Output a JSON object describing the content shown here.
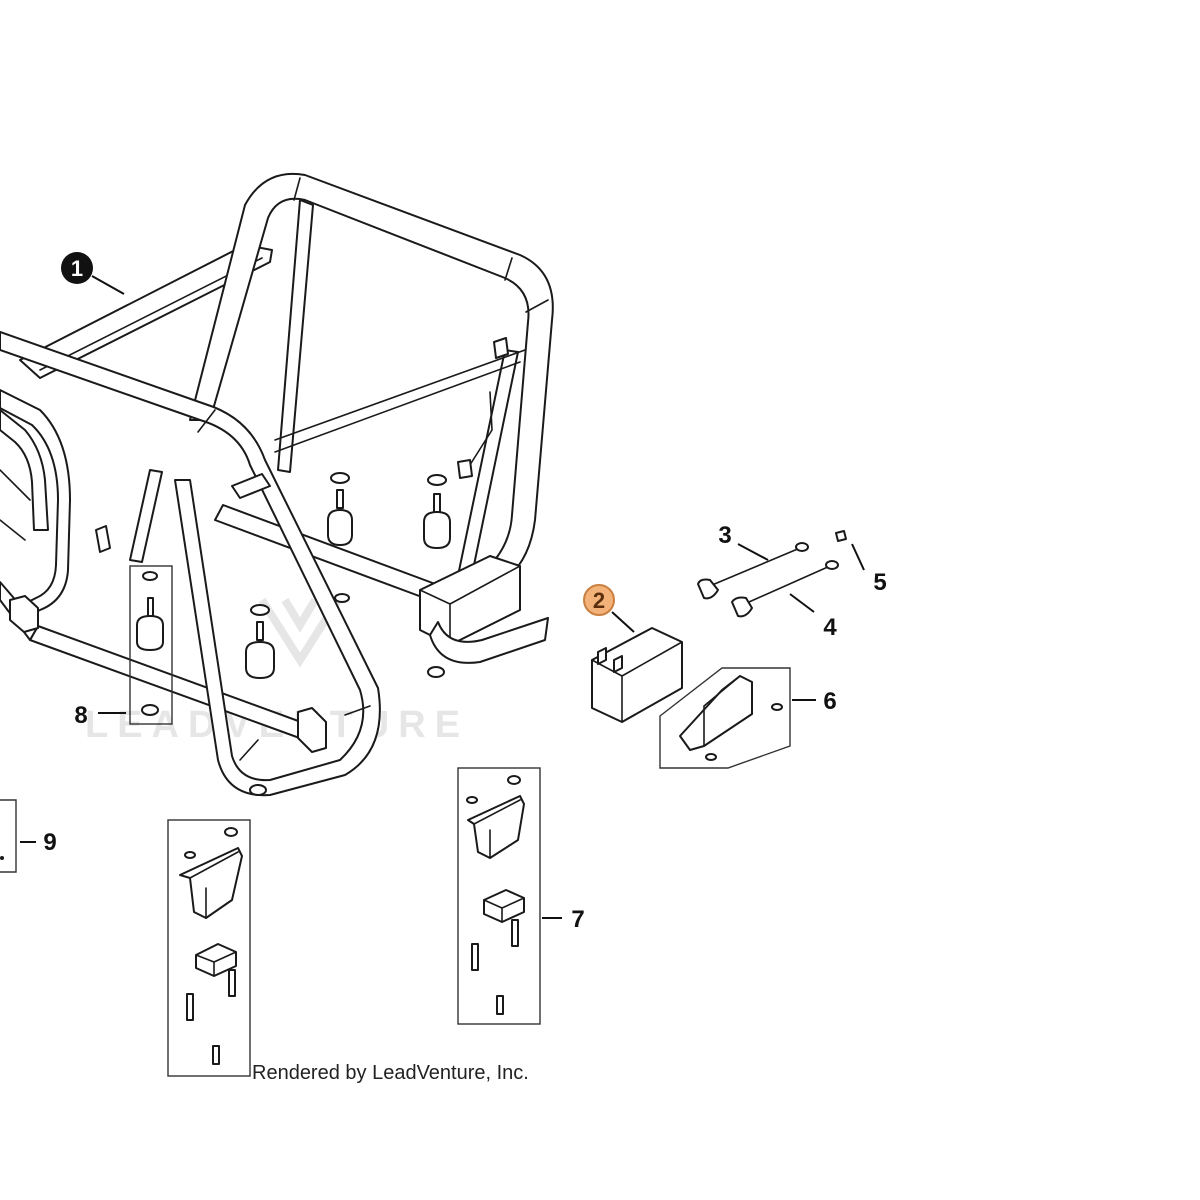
{
  "diagram": {
    "callouts": [
      {
        "id": "1",
        "label": "1",
        "style": "badge-dark"
      },
      {
        "id": "2",
        "label": "2",
        "style": "badge-highlight"
      },
      {
        "id": "3",
        "label": "3",
        "style": "plain"
      },
      {
        "id": "4",
        "label": "4",
        "style": "plain"
      },
      {
        "id": "5",
        "label": "5",
        "style": "plain"
      },
      {
        "id": "6",
        "label": "6",
        "style": "plain"
      },
      {
        "id": "7",
        "label": "7",
        "style": "plain"
      },
      {
        "id": "8",
        "label": "8",
        "style": "plain"
      },
      {
        "id": "9",
        "label": "9",
        "style": "plain"
      }
    ],
    "watermark": "LEADVENTURE",
    "credit": "Rendered by LeadVenture, Inc.",
    "colors": {
      "line": "#1a1a1a",
      "badge_dark": "#111111",
      "badge_highlight_fill": "#f3b27a",
      "badge_highlight_stroke": "#c9803f",
      "badge_highlight_text": "#5a2e0a",
      "watermark": "#e6e6e6"
    }
  }
}
